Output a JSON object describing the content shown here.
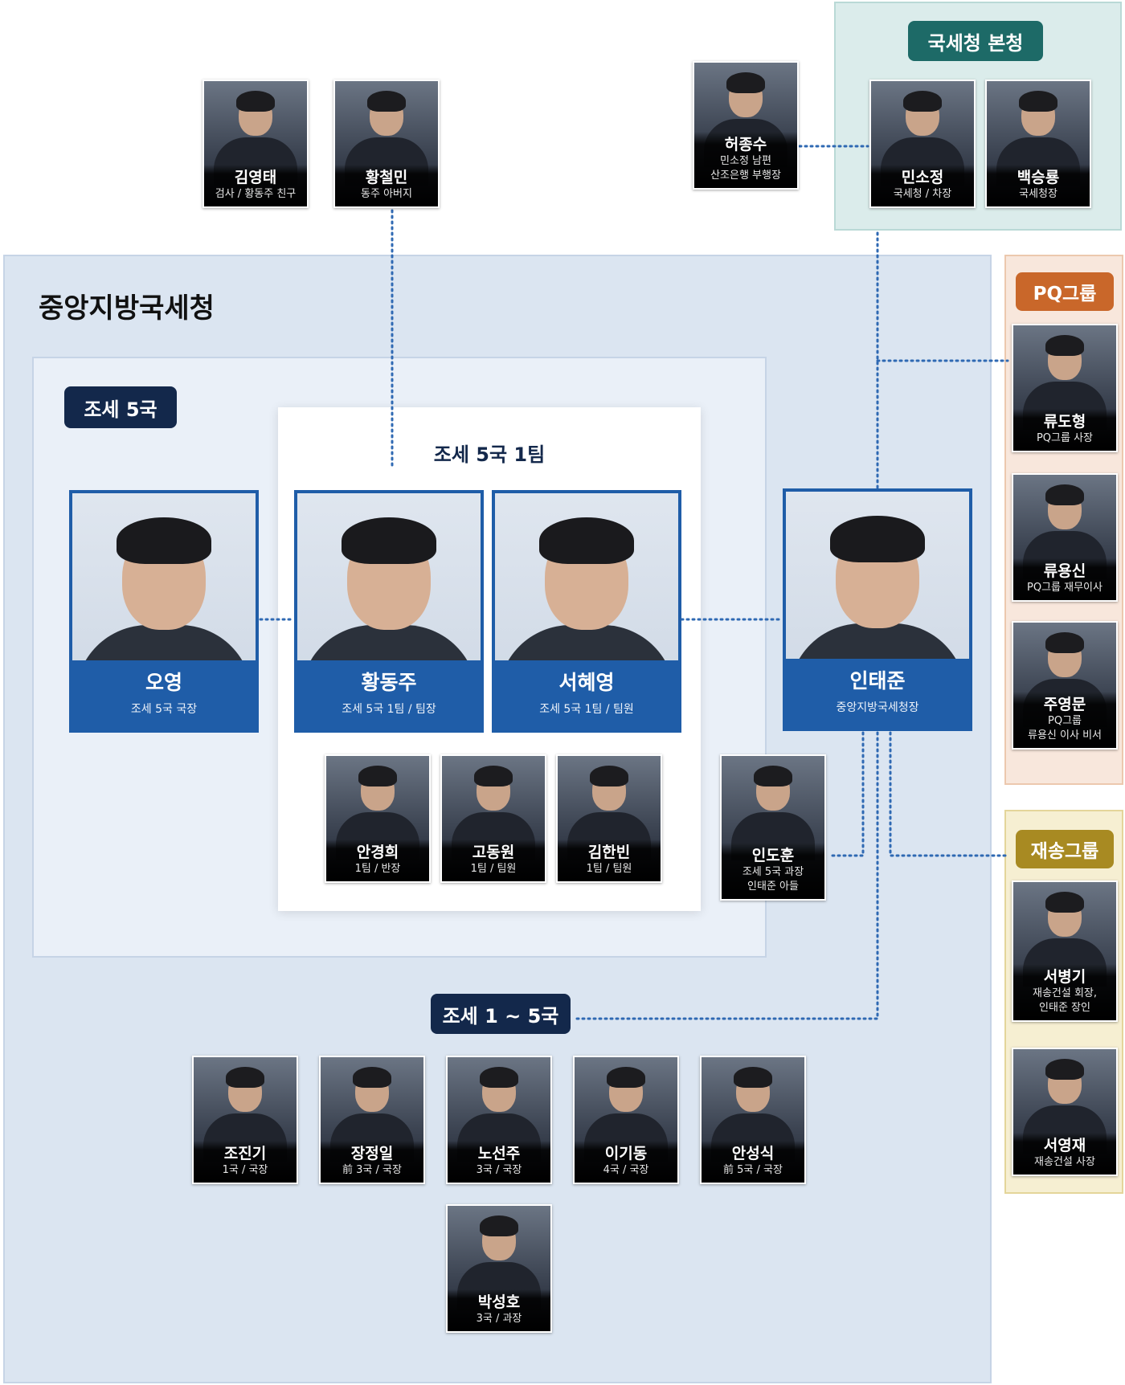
{
  "sections": {
    "nts_hq": "국세청 본청",
    "pq_group": "PQ그룹",
    "jaesong_group": "재송그룹",
    "central_office": "중앙지방국세청",
    "investigation5": "조세 5국",
    "team1": "조세 5국 1팀",
    "investigation1to5": "조세 1 ~ 5국"
  },
  "colors": {
    "navy": "#13284b",
    "teal": "#1d6a67",
    "orange": "#c9672a",
    "gold": "#a88a22",
    "blue_frame": "#1f5da8",
    "line_blue": "#2f69b3"
  },
  "outside": [
    {
      "name": "김영태",
      "role": "검사 / 황동주 친구"
    },
    {
      "name": "황철민",
      "role": "동주 아버지"
    },
    {
      "name": "허종수",
      "role1": "민소정 남편",
      "role2": "산조은행 부행장"
    }
  ],
  "nts": [
    {
      "name": "민소정",
      "role": "국세청 / 차장"
    },
    {
      "name": "백승룡",
      "role": "국세청장"
    }
  ],
  "pq": [
    {
      "name": "류도형",
      "role": "PQ그룹 사장"
    },
    {
      "name": "류용신",
      "role": "PQ그룹 재무이사"
    },
    {
      "name": "주영문",
      "role1": "PQ그룹",
      "role2": "류용신 이사 비서"
    }
  ],
  "jaesong": [
    {
      "name": "서병기",
      "role1": "재송건설 회장,",
      "role2": "인태준 장인"
    },
    {
      "name": "서영재",
      "role": "재송건설 사장"
    }
  ],
  "leads": [
    {
      "name": "오영",
      "role": "조세 5국 국장"
    },
    {
      "name": "황동주",
      "role": "조세 5국 1팀 / 팀장"
    },
    {
      "name": "서혜영",
      "role": "조세 5국 1팀 / 팀원"
    },
    {
      "name": "인태준",
      "role": "중앙지방국세청장"
    }
  ],
  "team_members": [
    {
      "name": "안경희",
      "role": "1팀 / 반장"
    },
    {
      "name": "고동원",
      "role": "1팀 / 팀원"
    },
    {
      "name": "김한빈",
      "role": "1팀 / 팀원"
    }
  ],
  "indohun": {
    "name": "인도훈",
    "role1": "조세 5국 과장",
    "role2": "인태준 아들"
  },
  "directors": [
    {
      "name": "조진기",
      "role": "1국 / 국장"
    },
    {
      "name": "장정일",
      "role": "前 3국 / 국장"
    },
    {
      "name": "노선주",
      "role": "3국 / 국장"
    },
    {
      "name": "이기동",
      "role": "4국 / 국장"
    },
    {
      "name": "안성식",
      "role": "前 5국 / 국장"
    },
    {
      "name": "박성호",
      "role": "3국 / 과장"
    }
  ]
}
